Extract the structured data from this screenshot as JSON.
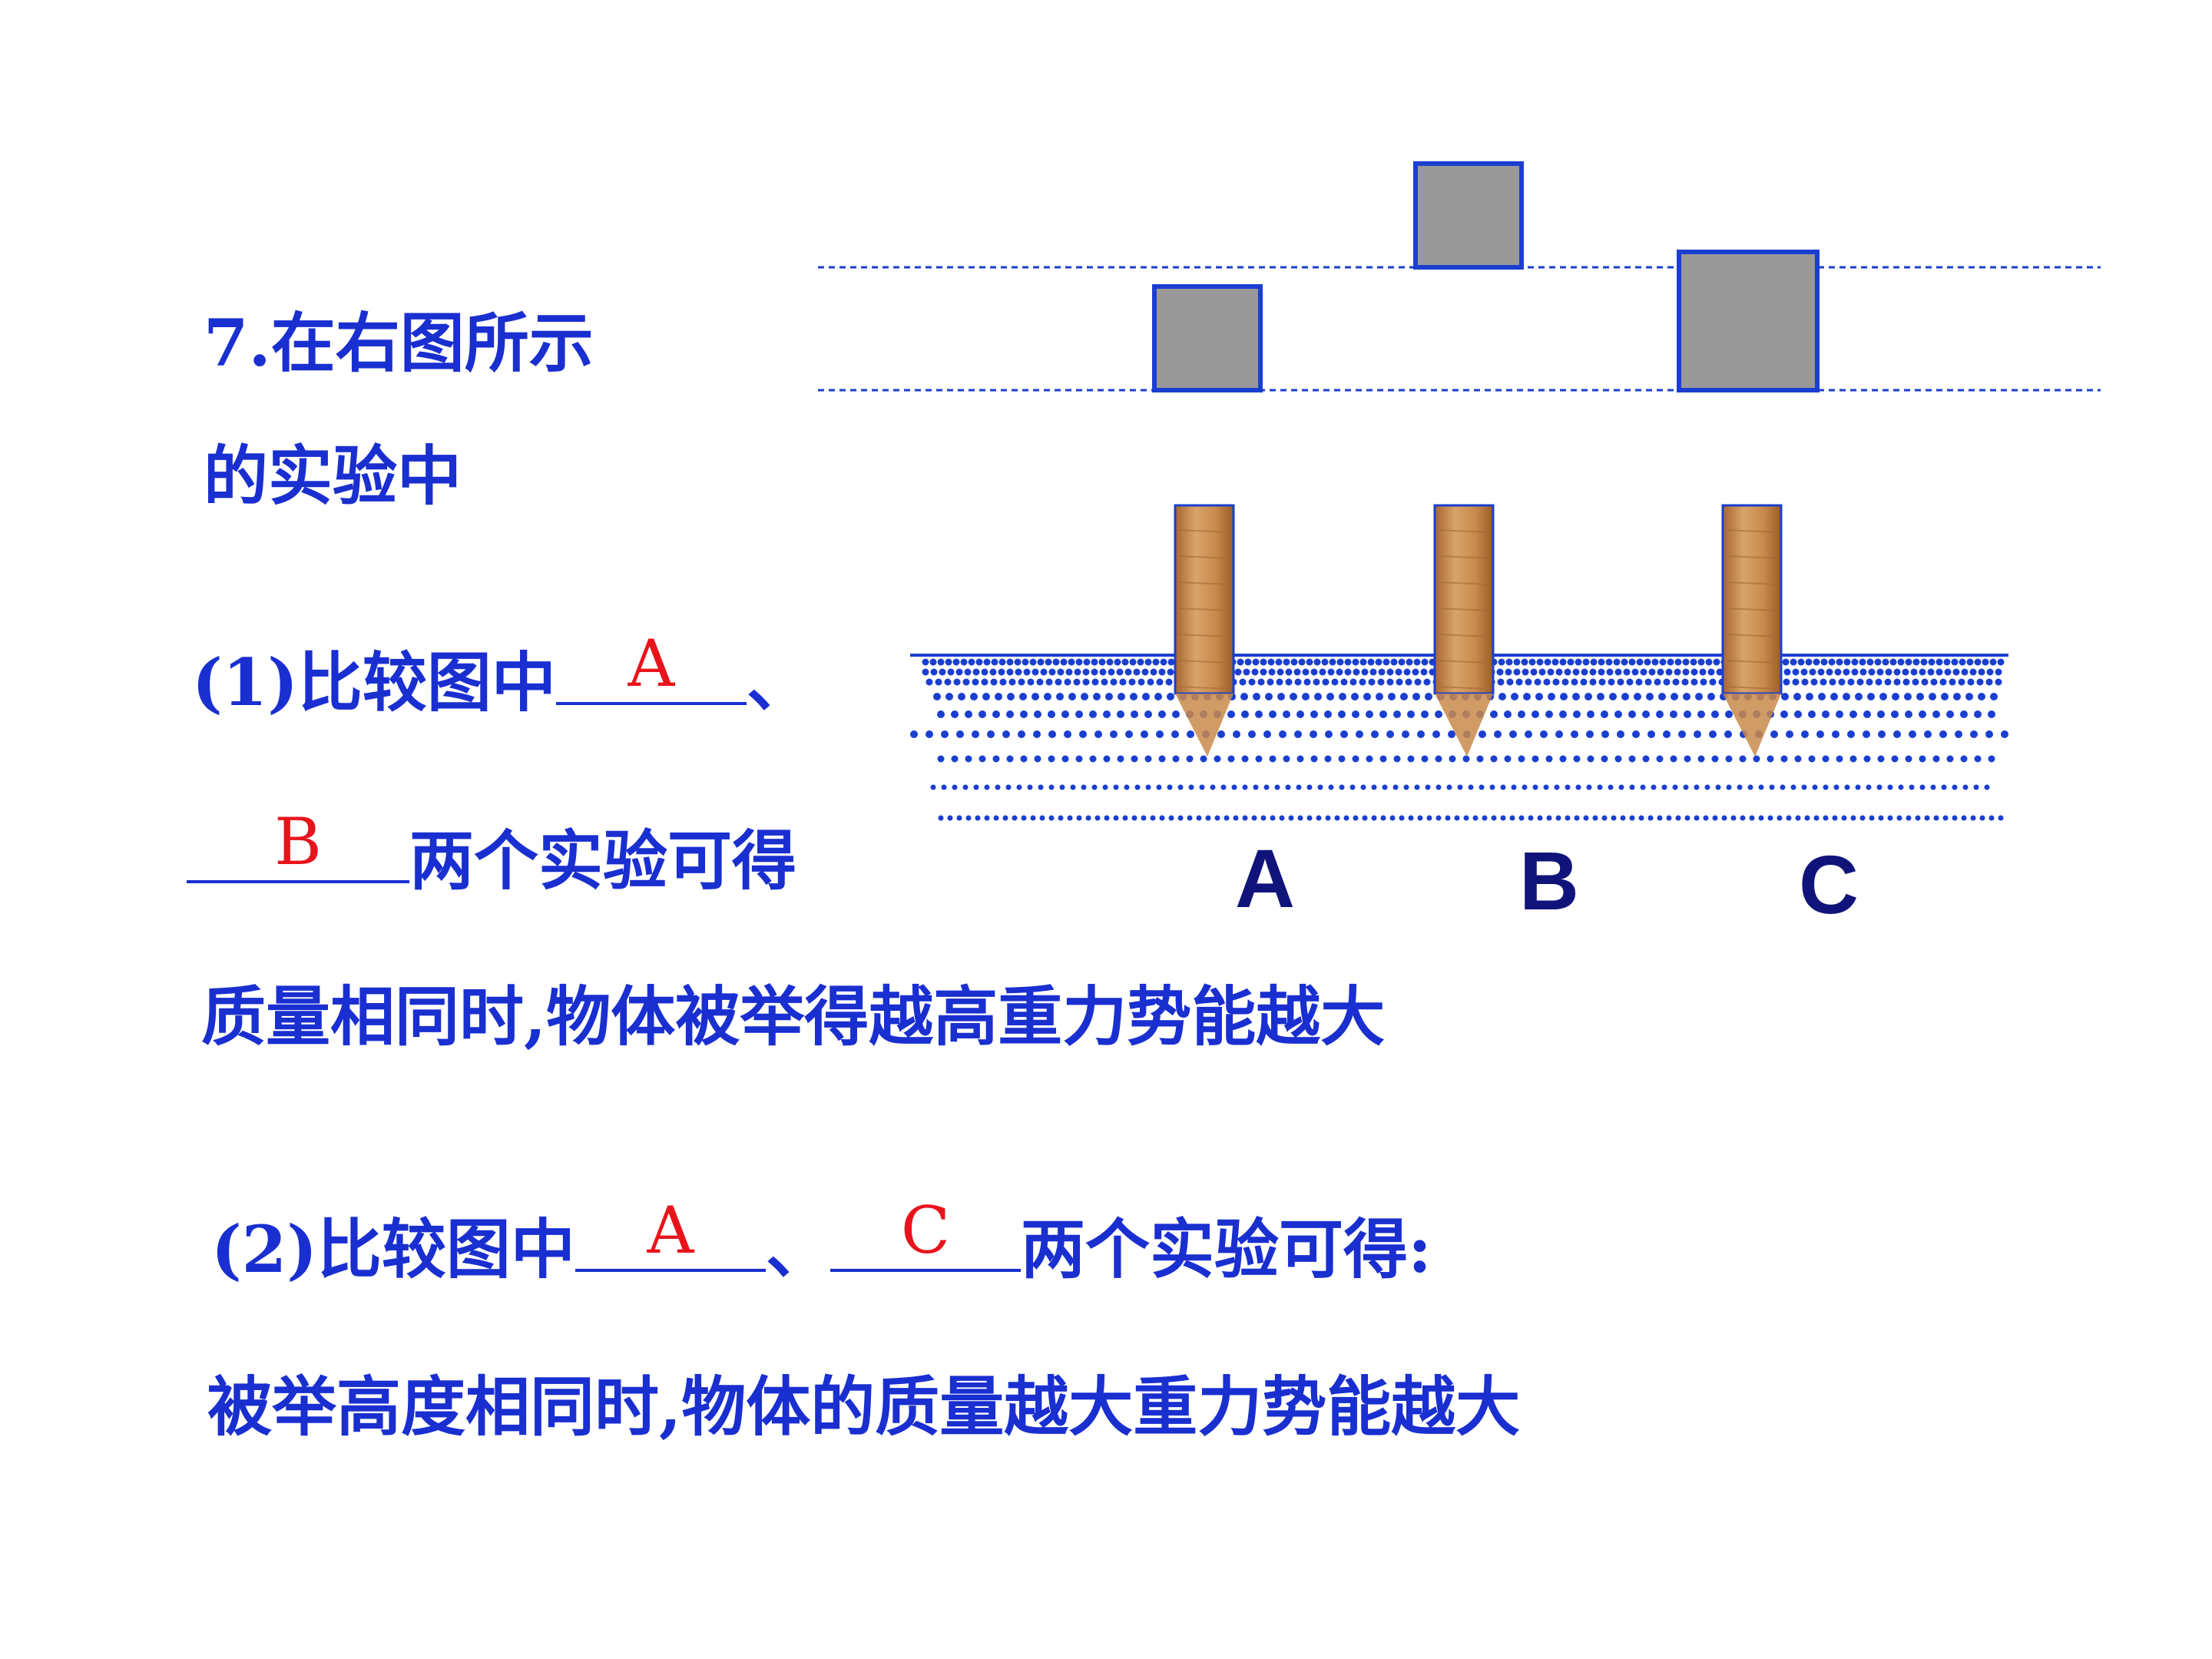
{
  "question": {
    "intro_line1": "7.在右图所示",
    "intro_line2": "的实验中",
    "part1": {
      "prefix": "(1)比较图中",
      "answer1": "A",
      "separator": "、",
      "answer2": "B",
      "suffix": "两个实验可得",
      "conclusion": "质量相同时,物体被举得越高重力势能越大"
    },
    "part2": {
      "prefix": "(2)比较图中",
      "answer1": "A",
      "separator": "、",
      "answer2": "C",
      "suffix": "两个实验可得:",
      "conclusion": "被举高度相同时,物体的质量越大重力势能越大"
    }
  },
  "figure": {
    "labels": [
      "A",
      "B",
      "C"
    ],
    "colors": {
      "text": "#1a2fd0",
      "answer": "#e8141c",
      "block_fill": "#999999",
      "block_stroke": "#1a3fd0",
      "stake": "#c98a4a",
      "sand": "#1a3fd0",
      "label": "#10147a"
    }
  }
}
